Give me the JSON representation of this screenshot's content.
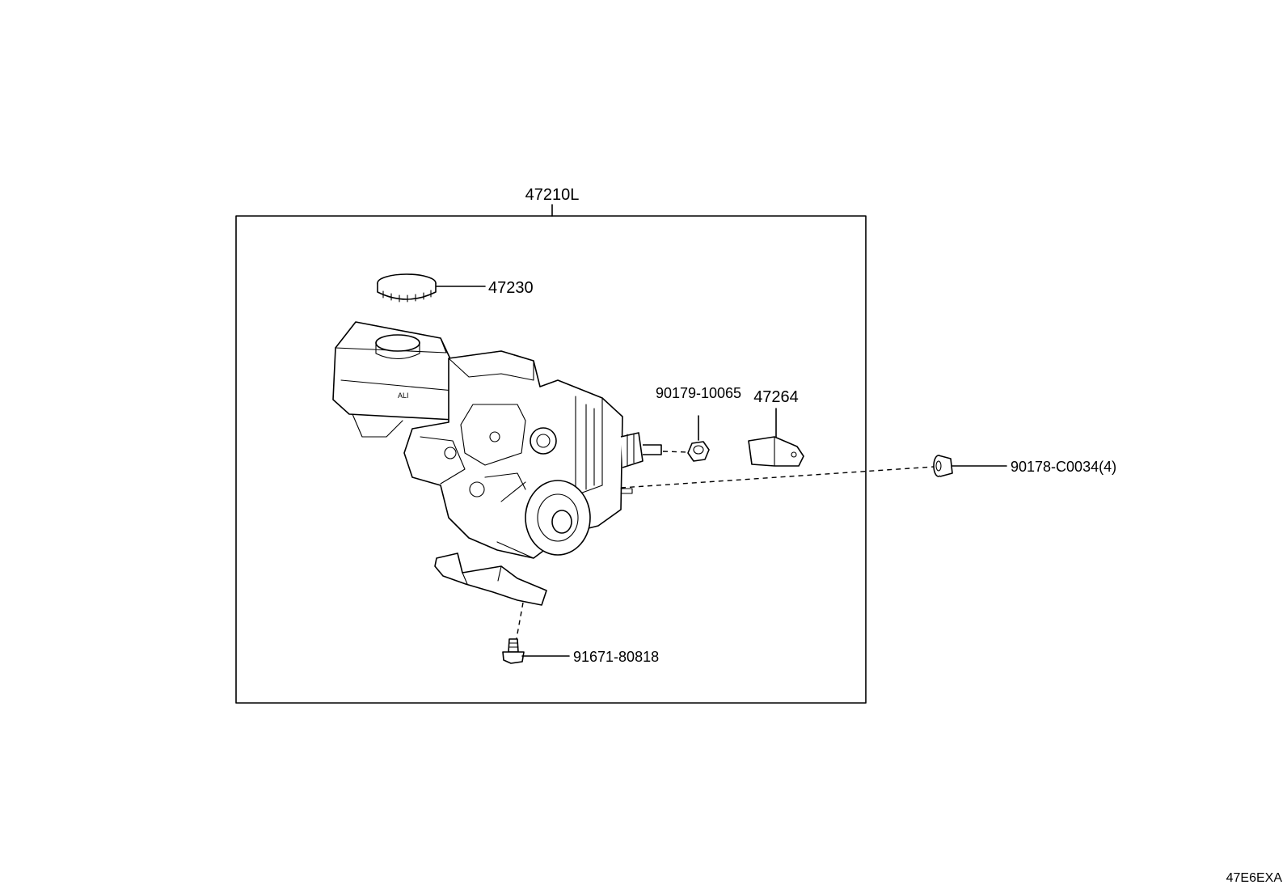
{
  "diagram": {
    "assembly_label": "47210L",
    "reference_code": "47E6EXA",
    "parts": [
      {
        "label": "47230"
      },
      {
        "label": "90179-10065"
      },
      {
        "label": "47264"
      },
      {
        "label": "90178-C0034(4)"
      },
      {
        "label": "91671-80818"
      }
    ]
  }
}
